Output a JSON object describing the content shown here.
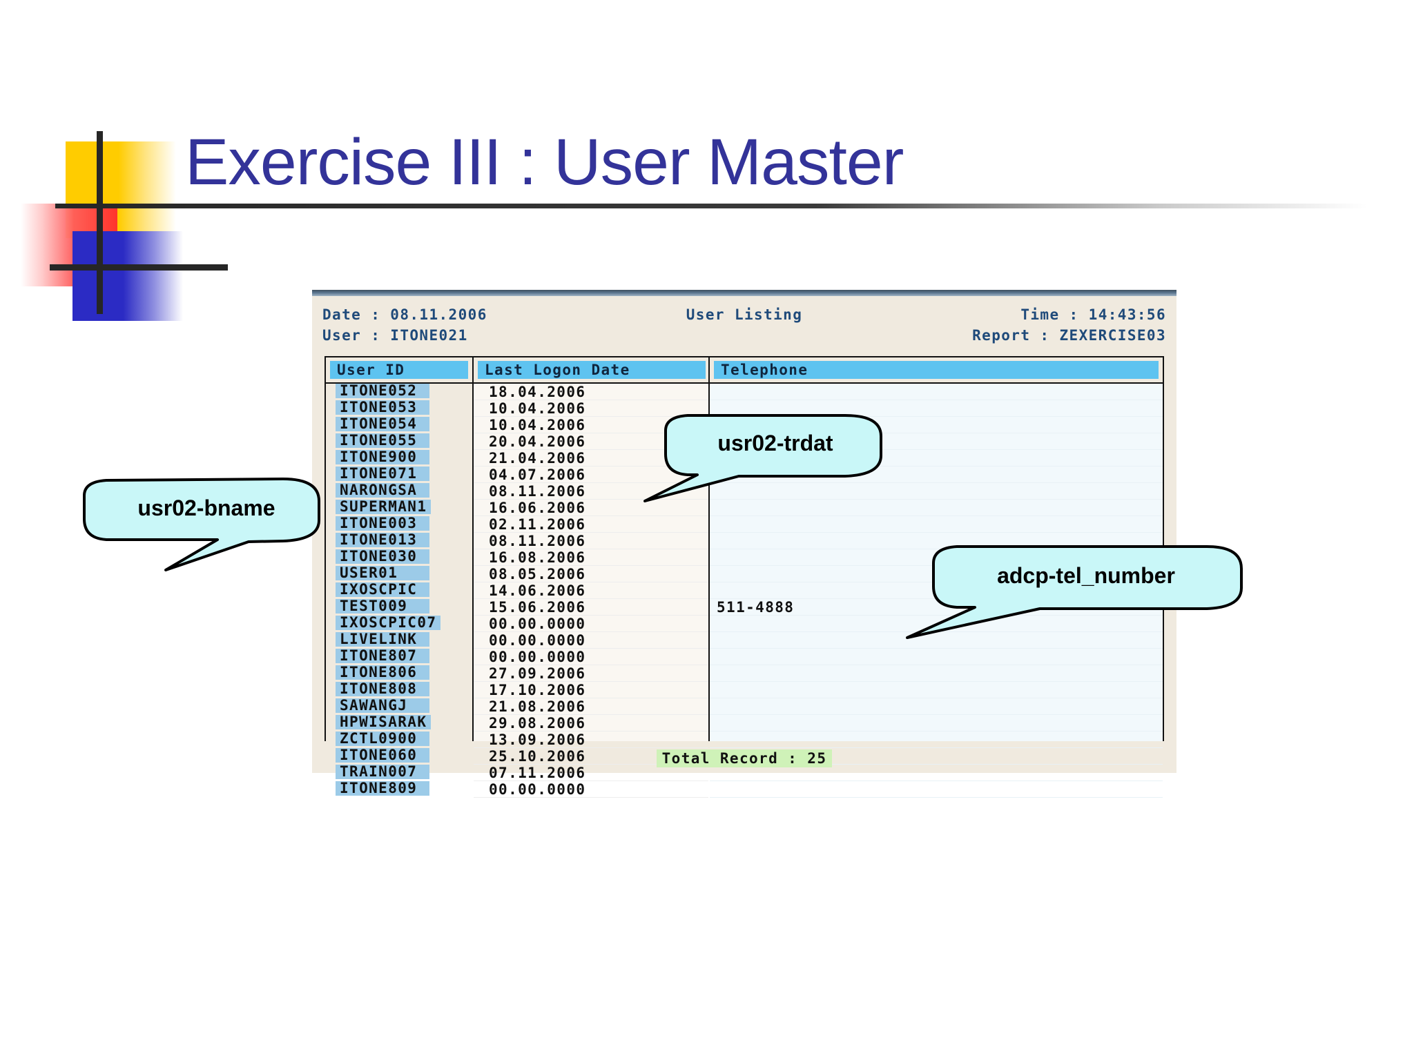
{
  "slide": {
    "title": "Exercise III : User Master",
    "title_color": "#333399"
  },
  "report": {
    "header": {
      "date_label": "Date : 08.11.2006",
      "user_label": "User : ITONE021",
      "listing_title": "User Listing",
      "time_label": "Time : 14:43:56",
      "report_label": "Report : ZEXERCISE03"
    },
    "columns": [
      {
        "key": "user_id",
        "label": "User ID"
      },
      {
        "key": "last_logon_date",
        "label": "Last Logon Date"
      },
      {
        "key": "telephone",
        "label": "Telephone"
      }
    ],
    "rows": [
      {
        "user_id": "ITONE052",
        "last_logon_date": "18.04.2006",
        "telephone": ""
      },
      {
        "user_id": "ITONE053",
        "last_logon_date": "10.04.2006",
        "telephone": ""
      },
      {
        "user_id": "ITONE054",
        "last_logon_date": "10.04.2006",
        "telephone": ""
      },
      {
        "user_id": "ITONE055",
        "last_logon_date": "20.04.2006",
        "telephone": ""
      },
      {
        "user_id": "ITONE900",
        "last_logon_date": "21.04.2006",
        "telephone": ""
      },
      {
        "user_id": "ITONE071",
        "last_logon_date": "04.07.2006",
        "telephone": ""
      },
      {
        "user_id": "NARONGSA",
        "last_logon_date": "08.11.2006",
        "telephone": ""
      },
      {
        "user_id": "SUPERMAN1",
        "last_logon_date": "16.06.2006",
        "telephone": ""
      },
      {
        "user_id": "ITONE003",
        "last_logon_date": "02.11.2006",
        "telephone": ""
      },
      {
        "user_id": "ITONE013",
        "last_logon_date": "08.11.2006",
        "telephone": ""
      },
      {
        "user_id": "ITONE030",
        "last_logon_date": "16.08.2006",
        "telephone": ""
      },
      {
        "user_id": "USER01",
        "last_logon_date": "08.05.2006",
        "telephone": ""
      },
      {
        "user_id": "IXOSCPIC",
        "last_logon_date": "14.06.2006",
        "telephone": ""
      },
      {
        "user_id": "TEST009",
        "last_logon_date": "15.06.2006",
        "telephone": "511-4888"
      },
      {
        "user_id": "IXOSCPIC07",
        "last_logon_date": "00.00.0000",
        "telephone": ""
      },
      {
        "user_id": "LIVELINK",
        "last_logon_date": "00.00.0000",
        "telephone": ""
      },
      {
        "user_id": "ITONE807",
        "last_logon_date": "00.00.0000",
        "telephone": ""
      },
      {
        "user_id": "ITONE806",
        "last_logon_date": "27.09.2006",
        "telephone": ""
      },
      {
        "user_id": "ITONE808",
        "last_logon_date": "17.10.2006",
        "telephone": ""
      },
      {
        "user_id": "SAWANGJ",
        "last_logon_date": "21.08.2006",
        "telephone": ""
      },
      {
        "user_id": "HPWISARAK",
        "last_logon_date": "29.08.2006",
        "telephone": ""
      },
      {
        "user_id": "ZCTL0900",
        "last_logon_date": "13.09.2006",
        "telephone": ""
      },
      {
        "user_id": "ITONE060",
        "last_logon_date": "25.10.2006",
        "telephone": ""
      },
      {
        "user_id": "TRAIN007",
        "last_logon_date": "07.11.2006",
        "telephone": ""
      },
      {
        "user_id": "ITONE809",
        "last_logon_date": "00.00.0000",
        "telephone": ""
      }
    ],
    "footer": {
      "total_record": "Total Record : 25"
    },
    "colors": {
      "panel_background": "#F0EADF",
      "header_cell": "#5EC3F0",
      "user_id_chip": "#9CCBE8",
      "header_text": "#1F4A7A",
      "total_highlight": "#CFF2B8"
    }
  },
  "callouts": [
    {
      "id": "bname",
      "label": "usr02-bname",
      "fill": "#C9F7F8"
    },
    {
      "id": "trdat",
      "label": "usr02-trdat",
      "fill": "#C9F7F8"
    },
    {
      "id": "telnum",
      "label": "adcp-tel_number",
      "fill": "#C9F7F8"
    }
  ]
}
